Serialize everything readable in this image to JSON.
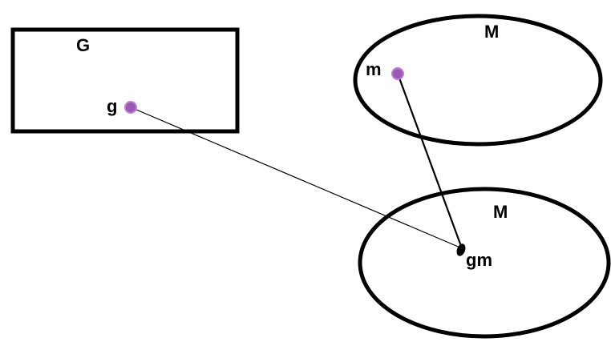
{
  "labels": {
    "rect": "G",
    "circle_top": "M",
    "circle_bottom": "M",
    "point_g": "g",
    "point_m": "m",
    "point_gm": "gm"
  },
  "colors": {
    "stroke": "#000000",
    "point_fill": "#9b59b6",
    "point_stroke": "#c07ed0",
    "gm_point": "#000000",
    "background": "#ffffff"
  }
}
